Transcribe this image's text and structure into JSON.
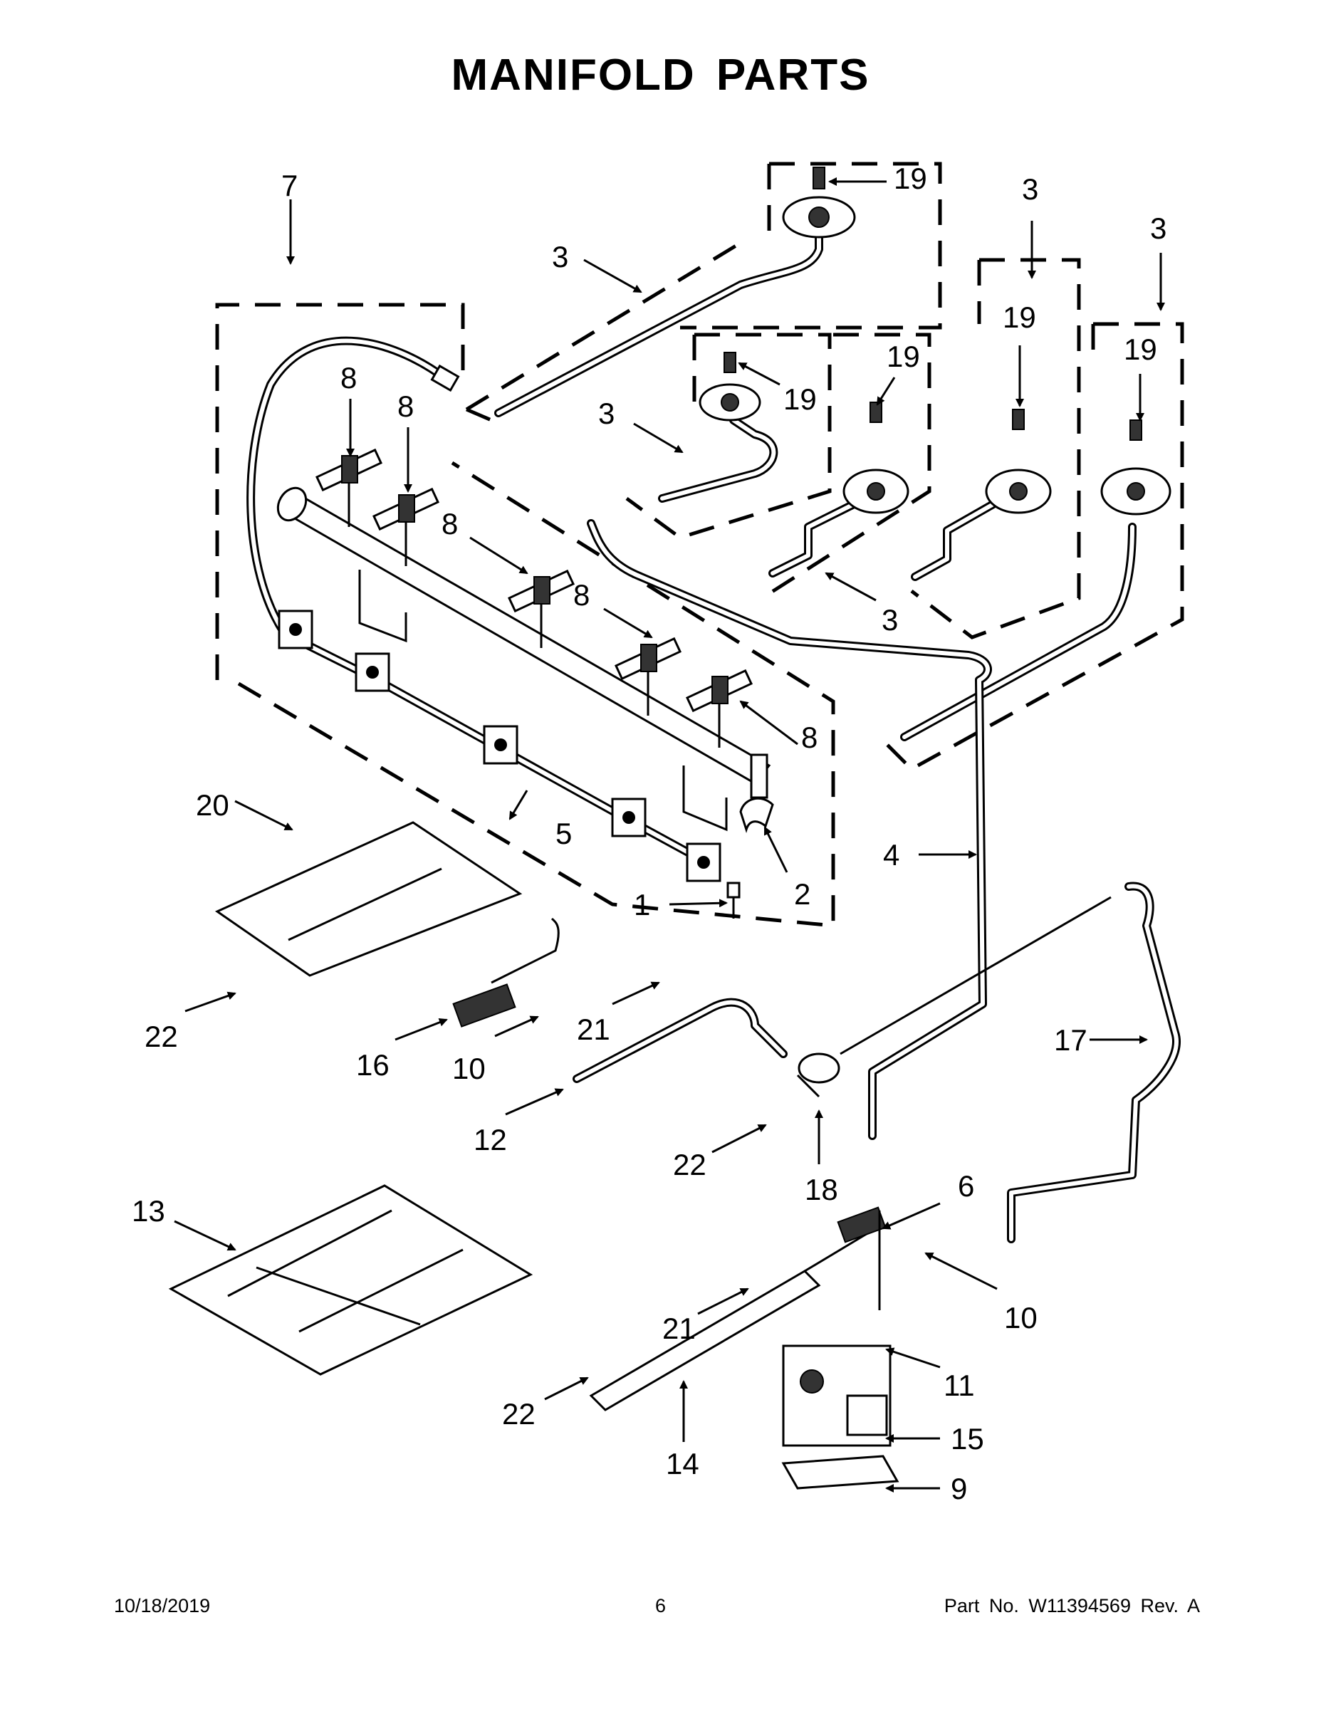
{
  "page": {
    "title": "MANIFOLD PARTS",
    "footer": {
      "date": "10/18/2019",
      "page_number": "6",
      "part_number": "Part No.  W11394569  Rev.  A"
    }
  },
  "callouts": {
    "c1": "1",
    "c2": "2",
    "c3a": "3",
    "c3b": "3",
    "c3c": "3",
    "c3d": "3",
    "c3e": "3",
    "c4": "4",
    "c5": "5",
    "c6": "6",
    "c7": "7",
    "c8a": "8",
    "c8b": "8",
    "c8c": "8",
    "c8d": "8",
    "c8e": "8",
    "c9": "9",
    "c10a": "10",
    "c10b": "10",
    "c11": "11",
    "c12": "12",
    "c13": "13",
    "c14": "14",
    "c15": "15",
    "c16": "16",
    "c17": "17",
    "c18": "18",
    "c19a": "19",
    "c19b": "19",
    "c19c": "19",
    "c19d": "19",
    "c19e": "19",
    "c20": "20",
    "c21a": "21",
    "c21b": "21",
    "c22a": "22",
    "c22b": "22",
    "c22c": "22"
  }
}
